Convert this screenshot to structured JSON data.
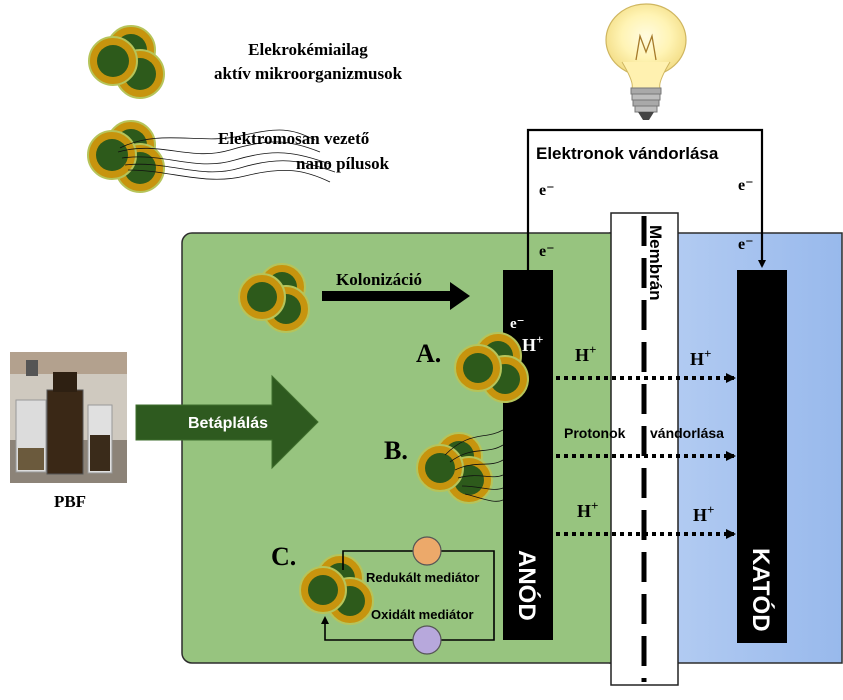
{
  "legend": {
    "microbes_line1": "Elekrokémiailag",
    "microbes_line2": "aktív mikroorganizmusok",
    "pili_line1": "Elektromosan vezető",
    "pili_line2": "nano pílusok"
  },
  "circuit": {
    "title": "Elektronok vándorlása",
    "electron": "e⁻"
  },
  "anode": {
    "label": "ANÓD"
  },
  "cathode": {
    "label": "KATÓD"
  },
  "membrane": {
    "label": "Membrán"
  },
  "feed": {
    "label": "Betáplálás",
    "source_label": "PBF"
  },
  "colonization": {
    "label": "Kolonizáció"
  },
  "mechanisms": {
    "a": "A.",
    "b": "B.",
    "c": "C.",
    "reduced_mediator": "Redukált mediátor",
    "oxidized_mediator": "Oxidált mediátor"
  },
  "protons": {
    "label": "H",
    "charge": "+",
    "migration_left": "Protonok",
    "migration_right": "vándorlása"
  },
  "colors": {
    "anode_chamber": "#97c47f",
    "cathode_chamber": "#a7c3ee",
    "feed_arrow": "#2e5a1f",
    "cell_outer": "#c7940e",
    "cell_inner": "#2d5a1b",
    "reduced_mediator": "#eca96a",
    "oxidized_mediator": "#b7a8dc"
  }
}
